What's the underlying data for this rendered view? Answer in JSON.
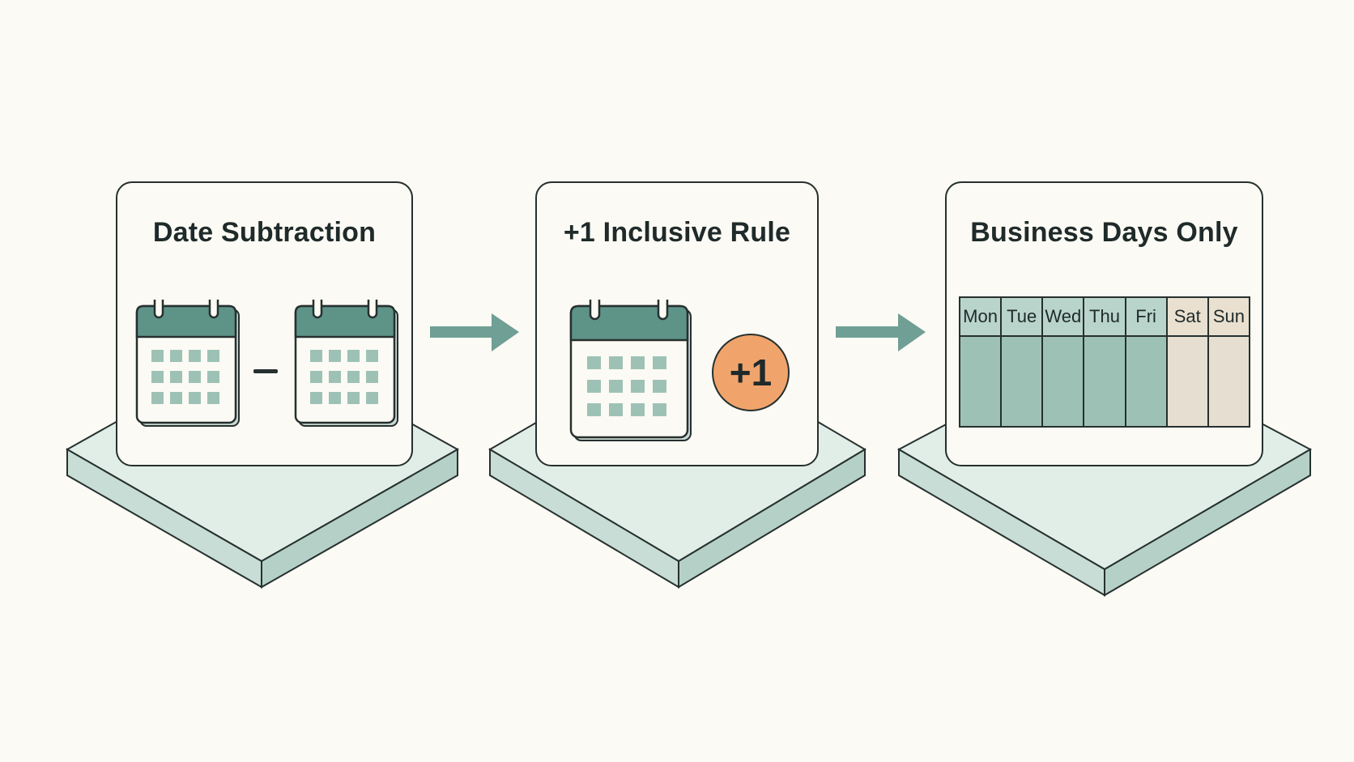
{
  "steps": [
    {
      "title": "Date Subtraction"
    },
    {
      "title": "+1 Inclusive Rule",
      "badge": "+1"
    },
    {
      "title": "Business Days Only"
    }
  ],
  "week": {
    "days": [
      {
        "label": "Mon",
        "business": true
      },
      {
        "label": "Tue",
        "business": true
      },
      {
        "label": "Wed",
        "business": true
      },
      {
        "label": "Thu",
        "business": true
      },
      {
        "label": "Fri",
        "business": true
      },
      {
        "label": "Sat",
        "business": false
      },
      {
        "label": "Sun",
        "business": false
      }
    ]
  },
  "colors": {
    "background": "#fcfaf4",
    "teal_dark": "#5e9388",
    "teal_light": "#9dc2b5",
    "platform_top": "#e1eee8",
    "platform_side": "#bcd7cd",
    "accent_orange": "#f0a46c",
    "weekend": "#e6ded0",
    "stroke": "#26302f"
  },
  "icons": [
    "calendar-icon",
    "minus-icon",
    "arrow-right-icon"
  ]
}
